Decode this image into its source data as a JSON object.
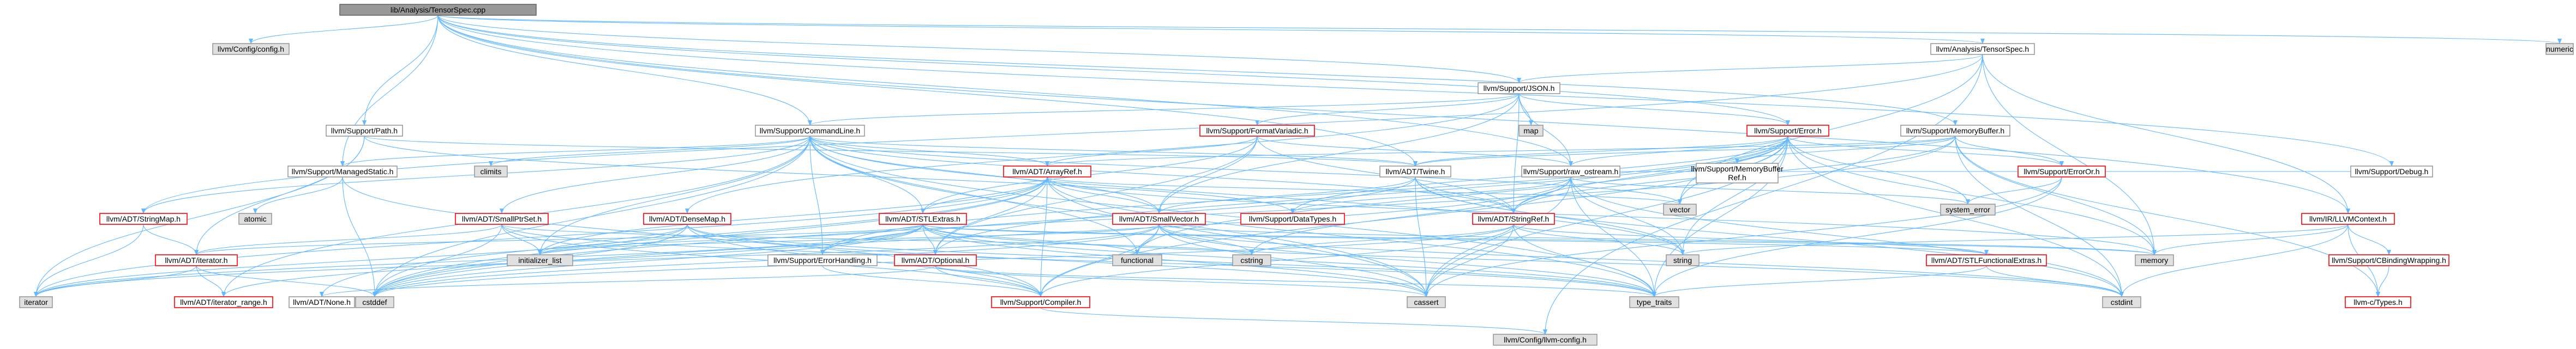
{
  "colors": {
    "root_fill": "#999999",
    "root_stroke": "#666666",
    "node_fill": "#ffffff",
    "node_stroke": "#999999",
    "red_stroke": "#ff0000",
    "gray_fill": "#e0e0e0",
    "edge": "#63b8ff",
    "edge_dark": "#7b8ea0"
  },
  "nodes": [
    {
      "id": "root",
      "label": "lib/Analysis/TensorSpec.cpp",
      "style": "root"
    },
    {
      "id": "config",
      "label": "llvm/Config/config.h",
      "style": "gray"
    },
    {
      "id": "numeric",
      "label": "numeric",
      "style": "gray"
    },
    {
      "id": "tensorspec",
      "label": "llvm/Analysis/TensorSpec.h",
      "style": "normal"
    },
    {
      "id": "json",
      "label": "llvm/Support/JSON.h",
      "style": "normal"
    },
    {
      "id": "path",
      "label": "llvm/Support/Path.h",
      "style": "normal"
    },
    {
      "id": "cmdline",
      "label": "llvm/Support/CommandLine.h",
      "style": "normal"
    },
    {
      "id": "formatvariadic",
      "label": "llvm/Support/FormatVariadic.h",
      "style": "red"
    },
    {
      "id": "map",
      "label": "map",
      "style": "gray"
    },
    {
      "id": "error",
      "label": "llvm/Support/Error.h",
      "style": "red"
    },
    {
      "id": "memorybuffer",
      "label": "llvm/Support/MemoryBuffer.h",
      "style": "normal"
    },
    {
      "id": "managedstatic",
      "label": "llvm/Support/ManagedStatic.h",
      "style": "normal"
    },
    {
      "id": "climits",
      "label": "climits",
      "style": "gray"
    },
    {
      "id": "arrayref",
      "label": "llvm/ADT/ArrayRef.h",
      "style": "red"
    },
    {
      "id": "twine",
      "label": "llvm/ADT/Twine.h",
      "style": "normal"
    },
    {
      "id": "rawostream",
      "label": "llvm/Support/raw_ostream.h",
      "style": "normal"
    },
    {
      "id": "membufref",
      "label": "llvm/Support/MemoryBuffer\nRef.h",
      "style": "normal"
    },
    {
      "id": "erroror",
      "label": "llvm/Support/ErrorOr.h",
      "style": "red"
    },
    {
      "id": "debug",
      "label": "llvm/Support/Debug.h",
      "style": "normal"
    },
    {
      "id": "stringmap",
      "label": "llvm/ADT/StringMap.h",
      "style": "red"
    },
    {
      "id": "atomic",
      "label": "atomic",
      "style": "gray"
    },
    {
      "id": "smallptrset",
      "label": "llvm/ADT/SmallPtrSet.h",
      "style": "red"
    },
    {
      "id": "densemap",
      "label": "llvm/ADT/DenseMap.h",
      "style": "red"
    },
    {
      "id": "stlextras",
      "label": "llvm/ADT/STLExtras.h",
      "style": "red"
    },
    {
      "id": "smallvector",
      "label": "llvm/ADT/SmallVector.h",
      "style": "red"
    },
    {
      "id": "datatypes",
      "label": "llvm/Support/DataTypes.h",
      "style": "red"
    },
    {
      "id": "stringref",
      "label": "llvm/ADT/StringRef.h",
      "style": "red"
    },
    {
      "id": "vector",
      "label": "vector",
      "style": "gray"
    },
    {
      "id": "systemerror",
      "label": "system_error",
      "style": "gray"
    },
    {
      "id": "llvmcontext",
      "label": "llvm/IR/LLVMContext.h",
      "style": "red"
    },
    {
      "id": "iterator",
      "label": "llvm/ADT/iterator.h",
      "style": "red"
    },
    {
      "id": "iterator_std",
      "label": "iterator",
      "style": "gray"
    },
    {
      "id": "iterrange",
      "label": "llvm/ADT/iterator_range.h",
      "style": "red"
    },
    {
      "id": "initlist",
      "label": "initializer_list",
      "style": "gray"
    },
    {
      "id": "cstddef",
      "label": "cstddef",
      "style": "gray"
    },
    {
      "id": "none",
      "label": "llvm/ADT/None.h",
      "style": "normal"
    },
    {
      "id": "errorhandling",
      "label": "llvm/Support/ErrorHandling.h",
      "style": "normal"
    },
    {
      "id": "optional",
      "label": "llvm/ADT/Optional.h",
      "style": "red"
    },
    {
      "id": "functional",
      "label": "functional",
      "style": "gray"
    },
    {
      "id": "compiler",
      "label": "llvm/Support/Compiler.h",
      "style": "red"
    },
    {
      "id": "cstring",
      "label": "cstring",
      "style": "gray"
    },
    {
      "id": "cassert",
      "label": "cassert",
      "style": "gray"
    },
    {
      "id": "typetraits",
      "label": "type_traits",
      "style": "gray"
    },
    {
      "id": "string",
      "label": "string",
      "style": "gray"
    },
    {
      "id": "llvmconfig",
      "label": "llvm/Config/llvm-config.h",
      "style": "gray"
    },
    {
      "id": "stlfunc",
      "label": "llvm/ADT/STLFunctionalExtras.h",
      "style": "red"
    },
    {
      "id": "memory",
      "label": "memory",
      "style": "gray"
    },
    {
      "id": "cstdint",
      "label": "cstdint",
      "style": "gray"
    },
    {
      "id": "cbinding",
      "label": "llvm/Support/CBindingWrapping.h",
      "style": "red"
    },
    {
      "id": "ctypes",
      "label": "llvm-c/Types.h",
      "style": "red"
    }
  ],
  "edges": [
    [
      "root",
      "config"
    ],
    [
      "root",
      "numeric"
    ],
    [
      "root",
      "tensorspec"
    ],
    [
      "root",
      "json"
    ],
    [
      "root",
      "path"
    ],
    [
      "root",
      "cmdline"
    ],
    [
      "root",
      "error"
    ],
    [
      "root",
      "memorybuffer"
    ],
    [
      "root",
      "managedstatic"
    ],
    [
      "root",
      "twine"
    ],
    [
      "root",
      "rawostream"
    ],
    [
      "root",
      "debug"
    ],
    [
      "root",
      "llvmcontext"
    ],
    [
      "tensorspec",
      "llvmconfig"
    ],
    [
      "tensorspec",
      "json"
    ],
    [
      "tensorspec",
      "stringmap"
    ],
    [
      "tensorspec",
      "llvmcontext"
    ],
    [
      "tensorspec",
      "memory"
    ],
    [
      "tensorspec",
      "vector"
    ],
    [
      "json",
      "map"
    ],
    [
      "json",
      "formatvariadic"
    ],
    [
      "json",
      "error"
    ],
    [
      "json",
      "densemap"
    ],
    [
      "json",
      "smallvector"
    ],
    [
      "json",
      "stringref"
    ],
    [
      "json",
      "rawostream"
    ],
    [
      "json",
      "cmdline"
    ],
    [
      "path",
      "twine"
    ],
    [
      "path",
      "iterator"
    ],
    [
      "path",
      "iterator_std"
    ],
    [
      "path",
      "datatypes"
    ],
    [
      "cmdline",
      "climits"
    ],
    [
      "cmdline",
      "arrayref"
    ],
    [
      "cmdline",
      "smallptrset"
    ],
    [
      "cmdline",
      "stlextras"
    ],
    [
      "cmdline",
      "smallvector"
    ],
    [
      "cmdline",
      "twine"
    ],
    [
      "cmdline",
      "stringmap"
    ],
    [
      "cmdline",
      "stringref"
    ],
    [
      "cmdline",
      "managedstatic"
    ],
    [
      "cmdline",
      "errorhandling"
    ],
    [
      "cmdline",
      "iterrange"
    ],
    [
      "cmdline",
      "raw_ostream_dummy"
    ],
    [
      "cmdline",
      "cassert"
    ],
    [
      "cmdline",
      "cstddef"
    ],
    [
      "cmdline",
      "functional"
    ],
    [
      "cmdline",
      "initlist"
    ],
    [
      "cmdline",
      "string"
    ],
    [
      "cmdline",
      "typetraits"
    ],
    [
      "cmdline",
      "vector"
    ],
    [
      "formatvariadic",
      "arrayref"
    ],
    [
      "formatvariadic",
      "optional"
    ],
    [
      "formatvariadic",
      "stlextras"
    ],
    [
      "formatvariadic",
      "smallvector"
    ],
    [
      "formatvariadic",
      "stringref"
    ],
    [
      "formatvariadic",
      "rawostream"
    ],
    [
      "error",
      "errorhandling"
    ],
    [
      "error",
      "datatypes"
    ],
    [
      "error",
      "stringref"
    ],
    [
      "error",
      "twine"
    ],
    [
      "error",
      "compiler"
    ],
    [
      "error",
      "erroror"
    ],
    [
      "error",
      "rawostream"
    ],
    [
      "error",
      "cassert"
    ],
    [
      "error",
      "cstdint"
    ],
    [
      "error",
      "cstdlib_dummy"
    ],
    [
      "error",
      "functional"
    ],
    [
      "error",
      "memory"
    ],
    [
      "error",
      "new_dummy"
    ],
    [
      "error",
      "optional"
    ],
    [
      "error",
      "string"
    ],
    [
      "error",
      "systemerror"
    ],
    [
      "error",
      "typetraits"
    ],
    [
      "error",
      "utility_dummy"
    ],
    [
      "error",
      "vector"
    ],
    [
      "memorybuffer",
      "membufref"
    ],
    [
      "memorybuffer",
      "erroror"
    ],
    [
      "memorybuffer",
      "twine"
    ],
    [
      "memorybuffer",
      "arrayref"
    ],
    [
      "memorybuffer",
      "stringref"
    ],
    [
      "memorybuffer",
      "cstddef"
    ],
    [
      "memorybuffer",
      "cstdint"
    ],
    [
      "memorybuffer",
      "memory"
    ],
    [
      "memorybuffer",
      "ctypes"
    ],
    [
      "managedstatic",
      "compiler"
    ],
    [
      "managedstatic",
      "atomic"
    ],
    [
      "managedstatic",
      "cstddef"
    ],
    [
      "arrayref",
      "none"
    ],
    [
      "arrayref",
      "smallvector"
    ],
    [
      "arrayref",
      "compiler"
    ],
    [
      "arrayref",
      "stlextras"
    ],
    [
      "arrayref",
      "cassert"
    ],
    [
      "arrayref",
      "cstddef"
    ],
    [
      "arrayref",
      "initlist"
    ],
    [
      "arrayref",
      "iterator_std"
    ],
    [
      "arrayref",
      "memory"
    ],
    [
      "arrayref",
      "typetraits"
    ],
    [
      "arrayref",
      "vector"
    ],
    [
      "arrayref",
      "optional"
    ],
    [
      "twine",
      "smallvector"
    ],
    [
      "twine",
      "stringref"
    ],
    [
      "twine",
      "errorhandling"
    ],
    [
      "twine",
      "cassert"
    ],
    [
      "twine",
      "cstdint"
    ],
    [
      "twine",
      "string"
    ],
    [
      "rawostream",
      "stringref"
    ],
    [
      "rawostream",
      "datatypes"
    ],
    [
      "rawostream",
      "cassert"
    ],
    [
      "rawostream",
      "cstddef"
    ],
    [
      "rawostream",
      "cstdint"
    ],
    [
      "rawostream",
      "cstring"
    ],
    [
      "rawostream",
      "string"
    ],
    [
      "rawostream",
      "systemerror"
    ],
    [
      "rawostream",
      "typetraits"
    ],
    [
      "erroror",
      "systemerror"
    ],
    [
      "erroror",
      "typetraits"
    ],
    [
      "erroror",
      "cassert"
    ],
    [
      "debug",
      "rawostream"
    ],
    [
      "stringmap",
      "iterator"
    ],
    [
      "stringmap",
      "iterator_std"
    ],
    [
      "smallptrset",
      "iterator"
    ],
    [
      "smallptrset",
      "compiler"
    ],
    [
      "smallptrset",
      "typetraits"
    ],
    [
      "smallptrset",
      "cstddef"
    ],
    [
      "smallptrset",
      "cstring"
    ],
    [
      "smallptrset",
      "initlist"
    ],
    [
      "densemap",
      "compiler"
    ],
    [
      "densemap",
      "iterator_std"
    ],
    [
      "densemap",
      "initlist"
    ],
    [
      "densemap",
      "cstddef"
    ],
    [
      "densemap",
      "typetraits"
    ],
    [
      "densemap",
      "cassert"
    ],
    [
      "stlextras",
      "iterator"
    ],
    [
      "stlextras",
      "iterrange"
    ],
    [
      "stlextras",
      "optional"
    ],
    [
      "stlextras",
      "stlfunc"
    ],
    [
      "stlextras",
      "cassert"
    ],
    [
      "stlextras",
      "cstddef"
    ],
    [
      "stlextras",
      "cstdint"
    ],
    [
      "stlextras",
      "functional"
    ],
    [
      "stlextras",
      "initlist"
    ],
    [
      "stlextras",
      "iterator_std"
    ],
    [
      "stlextras",
      "memory"
    ],
    [
      "stlextras",
      "typetraits"
    ],
    [
      "smallvector",
      "compiler"
    ],
    [
      "smallvector",
      "cassert"
    ],
    [
      "smallvector",
      "cstddef"
    ],
    [
      "smallvector",
      "cstring"
    ],
    [
      "smallvector",
      "functional"
    ],
    [
      "smallvector",
      "initlist"
    ],
    [
      "smallvector",
      "iterator_std"
    ],
    [
      "smallvector",
      "memory"
    ],
    [
      "smallvector",
      "typetraits"
    ],
    [
      "smallvector",
      "cstdint"
    ],
    [
      "smallvector",
      "limits_dummy"
    ],
    [
      "stringref",
      "stlfunc"
    ],
    [
      "stringref",
      "compiler"
    ],
    [
      "stringref",
      "cassert"
    ],
    [
      "stringref",
      "cstddef"
    ],
    [
      "stringref",
      "cstring"
    ],
    [
      "stringref",
      "string"
    ],
    [
      "stringref",
      "typetraits"
    ],
    [
      "stringref",
      "limits_dummy"
    ],
    [
      "llvmcontext",
      "cbinding"
    ],
    [
      "llvmcontext",
      "ctypes"
    ],
    [
      "llvmcontext",
      "cstdint"
    ],
    [
      "llvmcontext",
      "memory"
    ],
    [
      "llvmcontext",
      "string"
    ],
    [
      "iterator",
      "iterator_std"
    ],
    [
      "iterator",
      "iterrange"
    ],
    [
      "iterator",
      "cstddef"
    ],
    [
      "optional",
      "compiler"
    ],
    [
      "optional",
      "none"
    ],
    [
      "optional",
      "cassert"
    ],
    [
      "optional",
      "typetraits"
    ],
    [
      "errorhandling",
      "compiler"
    ],
    [
      "compiler",
      "llvmconfig"
    ],
    [
      "stlfunc",
      "cstdint"
    ],
    [
      "stlfunc",
      "typetraits"
    ],
    [
      "cbinding",
      "ctypes"
    ],
    [
      "datatypes",
      "cstdint_dummy"
    ]
  ]
}
